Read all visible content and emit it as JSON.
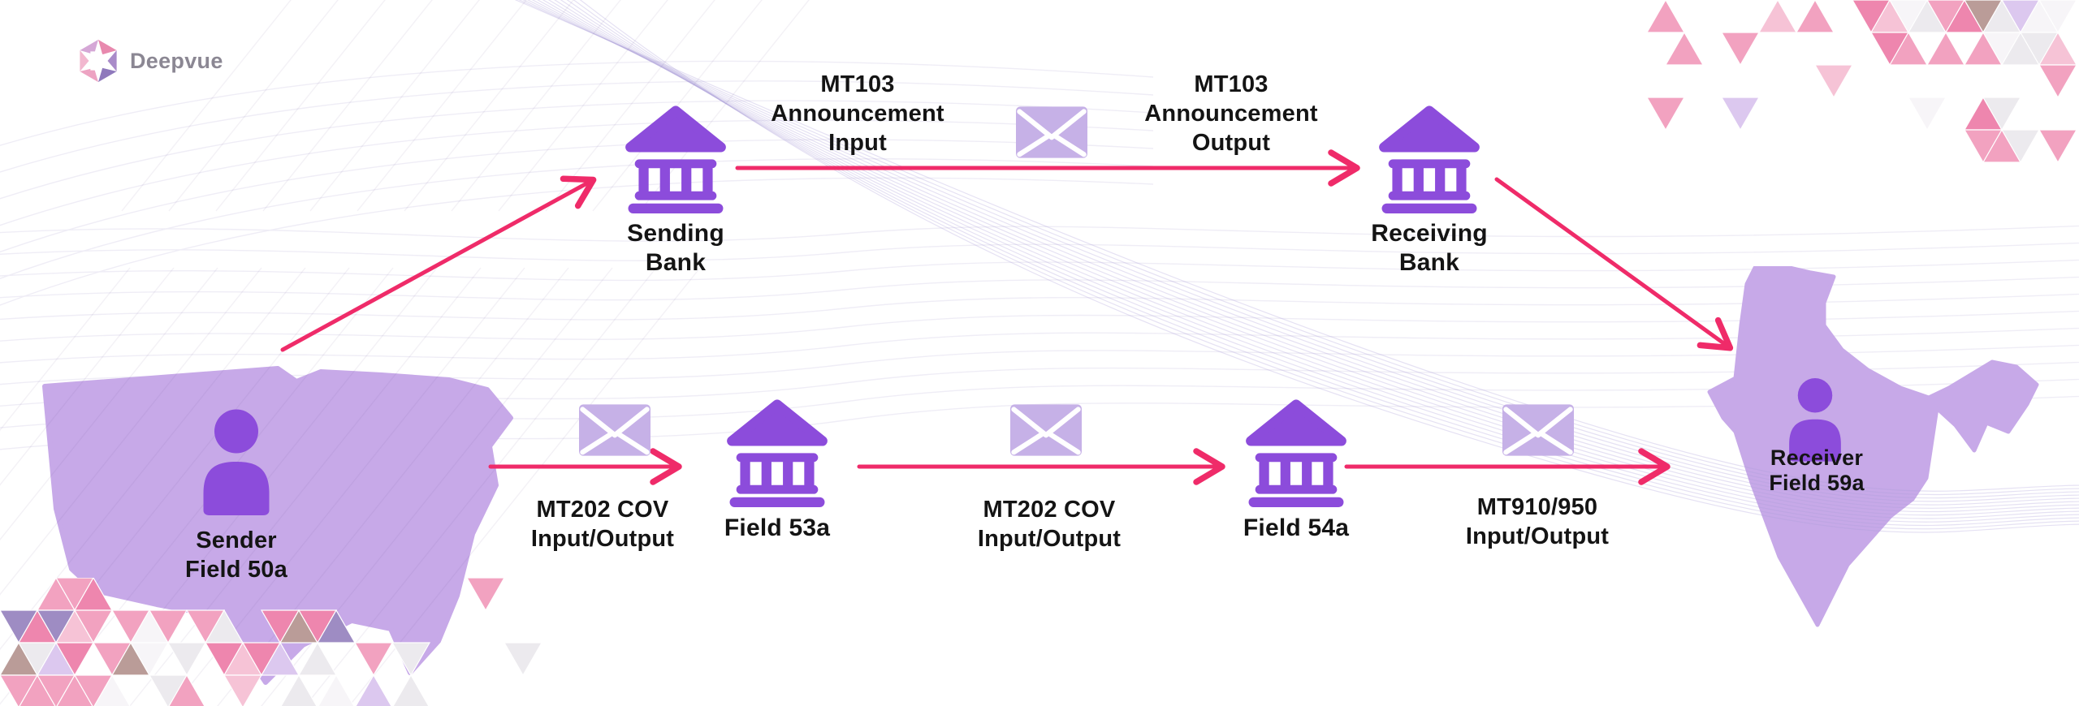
{
  "brand": {
    "name": "Deepvue"
  },
  "diagram": {
    "title_semantics": "SWIFT cross-border payment message flow from US sender to India receiver",
    "top_flow": {
      "sending_bank": {
        "lines": [
          "Sending",
          "Bank"
        ]
      },
      "mt103_input": {
        "lines": [
          "MT103",
          "Announcement",
          "Input"
        ]
      },
      "mt103_output": {
        "lines": [
          "MT103",
          "Announcement",
          "Output"
        ]
      },
      "receiving_bank": {
        "lines": [
          "Receiving",
          "Bank"
        ]
      }
    },
    "bottom_flow": {
      "sender": {
        "lines": [
          "Sender",
          "Field 50a"
        ]
      },
      "mt202_cov_left": {
        "lines": [
          "MT202 COV",
          "Input/Output"
        ]
      },
      "field_53a": {
        "label": "Field 53a"
      },
      "mt202_cov_right": {
        "lines": [
          "MT202 COV",
          "Input/Output"
        ]
      },
      "field_54a": {
        "label": "Field 54a"
      },
      "mt910_950": {
        "lines": [
          "MT910/950",
          "Input/Output"
        ]
      },
      "receiver": {
        "lines": [
          "Receiver",
          "Field 59a"
        ]
      }
    }
  },
  "icons": {
    "bank": "bank-icon",
    "person": "person-icon",
    "envelope": "envelope-icon",
    "logo": "deepvue-hexagon-icon"
  },
  "colors": {
    "icon_purple": "#8C4CDB",
    "map_purple": "#C7A9E8",
    "envelope_purple": "#C6B1E7",
    "arrow_pink": "#EF2B69",
    "text_dark": "#141414",
    "logo_gray": "#8B8793",
    "background": "#FFFFFF",
    "wave_line": "#EFEDF6",
    "mosaic_palette": [
      "#F2A2C0",
      "#EE86AE",
      "#F6C3D6",
      "#DCC8EF",
      "#9E8CC3",
      "#BA9C98",
      "#ECEAEE",
      "#F7F5F8"
    ]
  }
}
